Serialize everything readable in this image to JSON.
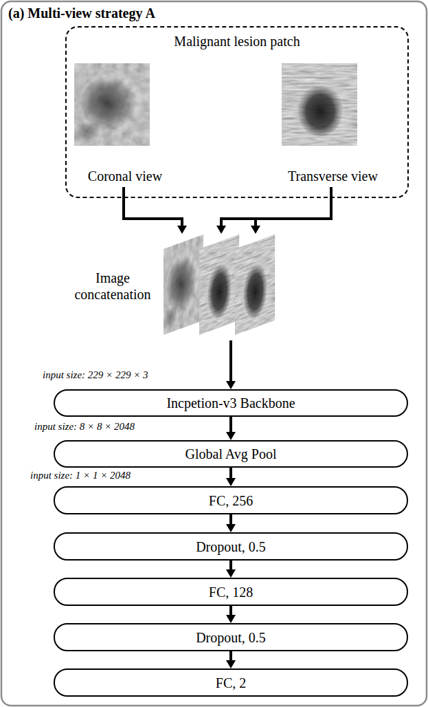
{
  "diagram": {
    "title": "(a) Multi-view strategy A",
    "nodes": [
      {
        "text": [
          "Malignant lesion patch"
        ]
      },
      {
        "text": [
          "Coronal view"
        ],
        "in": 0
      },
      {
        "text": [
          "Transverse view"
        ],
        "in": 0
      },
      {
        "text": [
          "Image concatenation"
        ]
      },
      {
        "text": [
          "Incpetion-v3 Backbone"
        ]
      },
      {
        "text": [
          "Global Avg Pool"
        ]
      },
      {
        "text": [
          "FC, 256"
        ]
      },
      {
        "text": [
          "Dropout, 0.5"
        ]
      },
      {
        "text": [
          "FC, 128"
        ]
      },
      {
        "text": [
          "Dropout, 0.5"
        ]
      },
      {
        "text": [
          "FC, 2"
        ]
      }
    ],
    "edges": [
      {
        "from": 1,
        "to": 3,
        "arrow": "to"
      },
      {
        "from": 2,
        "to": 3,
        "arrow": "to"
      },
      {
        "from": 3,
        "to": 4,
        "arrow": "to",
        "label": "input size: 229 × 229 × 3"
      },
      {
        "from": 4,
        "to": 5,
        "arrow": "to",
        "label": "input size: 8 × 8 × 2048"
      },
      {
        "from": 5,
        "to": 6,
        "arrow": "to",
        "label": "input size: 1 × 1 × 2048"
      },
      {
        "from": 6,
        "to": 7,
        "arrow": "to"
      },
      {
        "from": 7,
        "to": 8,
        "arrow": "to"
      },
      {
        "from": 8,
        "to": 9,
        "arrow": "to"
      },
      {
        "from": 9,
        "to": 10,
        "arrow": "to"
      }
    ]
  }
}
